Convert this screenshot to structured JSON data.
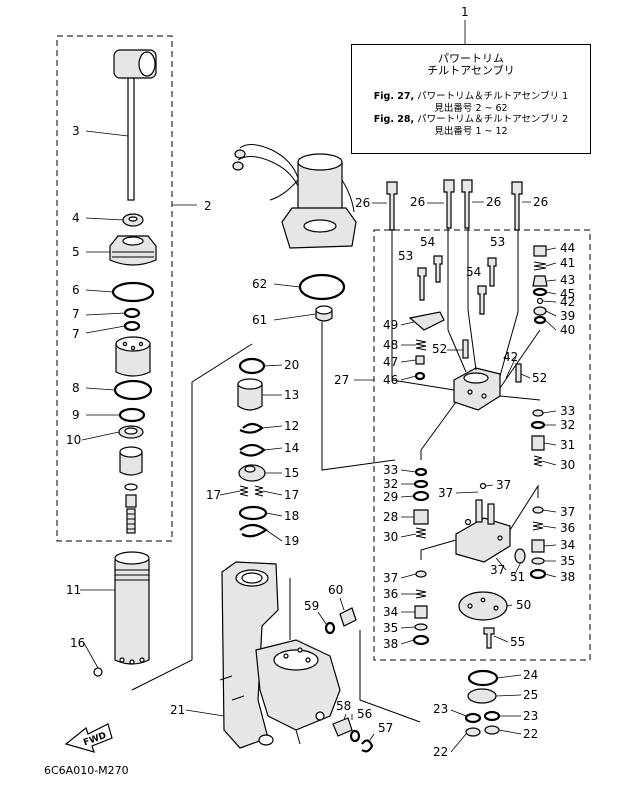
{
  "legend": {
    "ref_number": "1",
    "title_line1": "パワートリム",
    "title_line2": "チルトアセンブリ",
    "ref1_fig": "Fig. 27,",
    "ref1_name": "パワートリム＆チルトアセンブリ 1",
    "ref1_range": "見出番号 2 ~ 62",
    "ref2_fig": "Fig. 28,",
    "ref2_name": "パワートリム＆チルトアセンブリ 2",
    "ref2_range": "見出番号 1 ~ 12"
  },
  "diagram_code": "6C6A010-M270",
  "fwd_label": "FWD",
  "callouts": [
    {
      "id": "c2",
      "label": "2"
    },
    {
      "id": "c3",
      "label": "3"
    },
    {
      "id": "c4",
      "label": "4"
    },
    {
      "id": "c5",
      "label": "5"
    },
    {
      "id": "c6",
      "label": "6"
    },
    {
      "id": "c7a",
      "label": "7"
    },
    {
      "id": "c7b",
      "label": "7"
    },
    {
      "id": "c8",
      "label": "8"
    },
    {
      "id": "c9",
      "label": "9"
    },
    {
      "id": "c10",
      "label": "10"
    },
    {
      "id": "c11",
      "label": "11"
    },
    {
      "id": "c12",
      "label": "12"
    },
    {
      "id": "c13",
      "label": "13"
    },
    {
      "id": "c14",
      "label": "14"
    },
    {
      "id": "c15",
      "label": "15"
    },
    {
      "id": "c16",
      "label": "16"
    },
    {
      "id": "c17a",
      "label": "17"
    },
    {
      "id": "c17b",
      "label": "17"
    },
    {
      "id": "c18",
      "label": "18"
    },
    {
      "id": "c19",
      "label": "19"
    },
    {
      "id": "c20",
      "label": "20"
    },
    {
      "id": "c21",
      "label": "21"
    },
    {
      "id": "c22a",
      "label": "22"
    },
    {
      "id": "c22b",
      "label": "22"
    },
    {
      "id": "c23a",
      "label": "23"
    },
    {
      "id": "c23b",
      "label": "23"
    },
    {
      "id": "c24",
      "label": "24"
    },
    {
      "id": "c25",
      "label": "25"
    },
    {
      "id": "c26a",
      "label": "26"
    },
    {
      "id": "c26b",
      "label": "26"
    },
    {
      "id": "c26c",
      "label": "26"
    },
    {
      "id": "c26d",
      "label": "26"
    },
    {
      "id": "c27",
      "label": "27"
    },
    {
      "id": "c28",
      "label": "28"
    },
    {
      "id": "c29",
      "label": "29"
    },
    {
      "id": "c30a",
      "label": "30"
    },
    {
      "id": "c30b",
      "label": "30"
    },
    {
      "id": "c31",
      "label": "31"
    },
    {
      "id": "c32a",
      "label": "32"
    },
    {
      "id": "c32b",
      "label": "32"
    },
    {
      "id": "c33a",
      "label": "33"
    },
    {
      "id": "c33b",
      "label": "33"
    },
    {
      "id": "c34a",
      "label": "34"
    },
    {
      "id": "c34b",
      "label": "34"
    },
    {
      "id": "c35a",
      "label": "35"
    },
    {
      "id": "c35b",
      "label": "35"
    },
    {
      "id": "c36a",
      "label": "36"
    },
    {
      "id": "c36b",
      "label": "36"
    },
    {
      "id": "c37a",
      "label": "37"
    },
    {
      "id": "c37b",
      "label": "37"
    },
    {
      "id": "c37c",
      "label": "37"
    },
    {
      "id": "c37d",
      "label": "37"
    },
    {
      "id": "c37e",
      "label": "37"
    },
    {
      "id": "c38a",
      "label": "38"
    },
    {
      "id": "c38b",
      "label": "38"
    },
    {
      "id": "c39",
      "label": "39"
    },
    {
      "id": "c40",
      "label": "40"
    },
    {
      "id": "c41",
      "label": "41"
    },
    {
      "id": "c42a",
      "label": "42"
    },
    {
      "id": "c42b",
      "label": "42"
    },
    {
      "id": "c43",
      "label": "43"
    },
    {
      "id": "c44",
      "label": "44"
    },
    {
      "id": "c45",
      "label": "45"
    },
    {
      "id": "c46",
      "label": "46"
    },
    {
      "id": "c47",
      "label": "47"
    },
    {
      "id": "c48",
      "label": "48"
    },
    {
      "id": "c49",
      "label": "49"
    },
    {
      "id": "c50",
      "label": "50"
    },
    {
      "id": "c51",
      "label": "51"
    },
    {
      "id": "c52a",
      "label": "52"
    },
    {
      "id": "c52b",
      "label": "52"
    },
    {
      "id": "c53a",
      "label": "53"
    },
    {
      "id": "c53b",
      "label": "53"
    },
    {
      "id": "c54a",
      "label": "54"
    },
    {
      "id": "c54b",
      "label": "54"
    },
    {
      "id": "c55",
      "label": "55"
    },
    {
      "id": "c56",
      "label": "56"
    },
    {
      "id": "c57",
      "label": "57"
    },
    {
      "id": "c58",
      "label": "58"
    },
    {
      "id": "c59",
      "label": "59"
    },
    {
      "id": "c60",
      "label": "60"
    },
    {
      "id": "c61",
      "label": "61"
    },
    {
      "id": "c62",
      "label": "62"
    }
  ]
}
